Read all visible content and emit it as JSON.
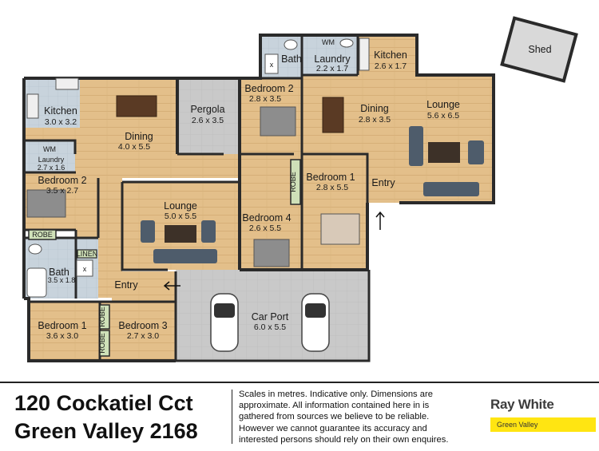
{
  "rooms": {
    "kitchen_left": {
      "name": "Kitchen",
      "dim": "3.0 x 3.2"
    },
    "dining_left": {
      "name": "Dining",
      "dim": "4.0 x 5.5"
    },
    "pergola": {
      "name": "Pergola",
      "dim": "2.6 x 3.5"
    },
    "laundry_left": {
      "name": "Laundry",
      "dim": "2.7 x 1.6"
    },
    "bedroom2_left": {
      "name": "Bedroom 2",
      "dim": "3.5 x 2.7"
    },
    "lounge_left": {
      "name": "Lounge",
      "dim": "5.0 x 5.5"
    },
    "bath_left": {
      "name": "Bath",
      "dim": "3.5 x 1.8"
    },
    "bedroom1_left": {
      "name": "Bedroom 1",
      "dim": "3.6 x 3.0"
    },
    "bedroom3": {
      "name": "Bedroom 3",
      "dim": "2.7 x 3.0"
    },
    "car_port": {
      "name": "Car Port",
      "dim": "6.0 x 5.5"
    },
    "bedroom2_right": {
      "name": "Bedroom 2",
      "dim": "2.8 x 3.5"
    },
    "bath_right": {
      "name": "Bath"
    },
    "laundry_right": {
      "name": "Laundry",
      "dim": "2.2 x 1.7"
    },
    "kitchen_right": {
      "name": "Kitchen",
      "dim": "2.6 x 1.7"
    },
    "dining_right": {
      "name": "Dining",
      "dim": "2.8 x 3.5"
    },
    "lounge_right": {
      "name": "Lounge",
      "dim": "5.6 x 6.5"
    },
    "bedroom1_right": {
      "name": "Bedroom 1",
      "dim": "2.8 x 5.5"
    },
    "bedroom4": {
      "name": "Bedroom 4",
      "dim": "2.6 x 5.5"
    },
    "shed": {
      "name": "Shed"
    }
  },
  "labels": {
    "entry_left": "Entry",
    "entry_right": "Entry",
    "robe": "ROBE",
    "linen": "LINEN",
    "wm": "WM",
    "toilet": "x"
  },
  "footer": {
    "address_line1": "120 Cockatiel Cct",
    "address_line2": "Green Valley 2168",
    "disclaimer": "Scales in metres. Indicative only. Dimensions are approximate. All information contained here in is gathered from sources we believe to be reliable. However we cannot guarantee its accuracy and interested persons should rely on their own enquires.",
    "brand": "Ray White",
    "office": "Green Valley"
  },
  "colors": {
    "wood": "#e3bf8a",
    "wall": "#2a2a2a",
    "wet_area": "#c8d3dc",
    "paving": "#c9c9c9",
    "brand_yellow": "#ffe512"
  }
}
